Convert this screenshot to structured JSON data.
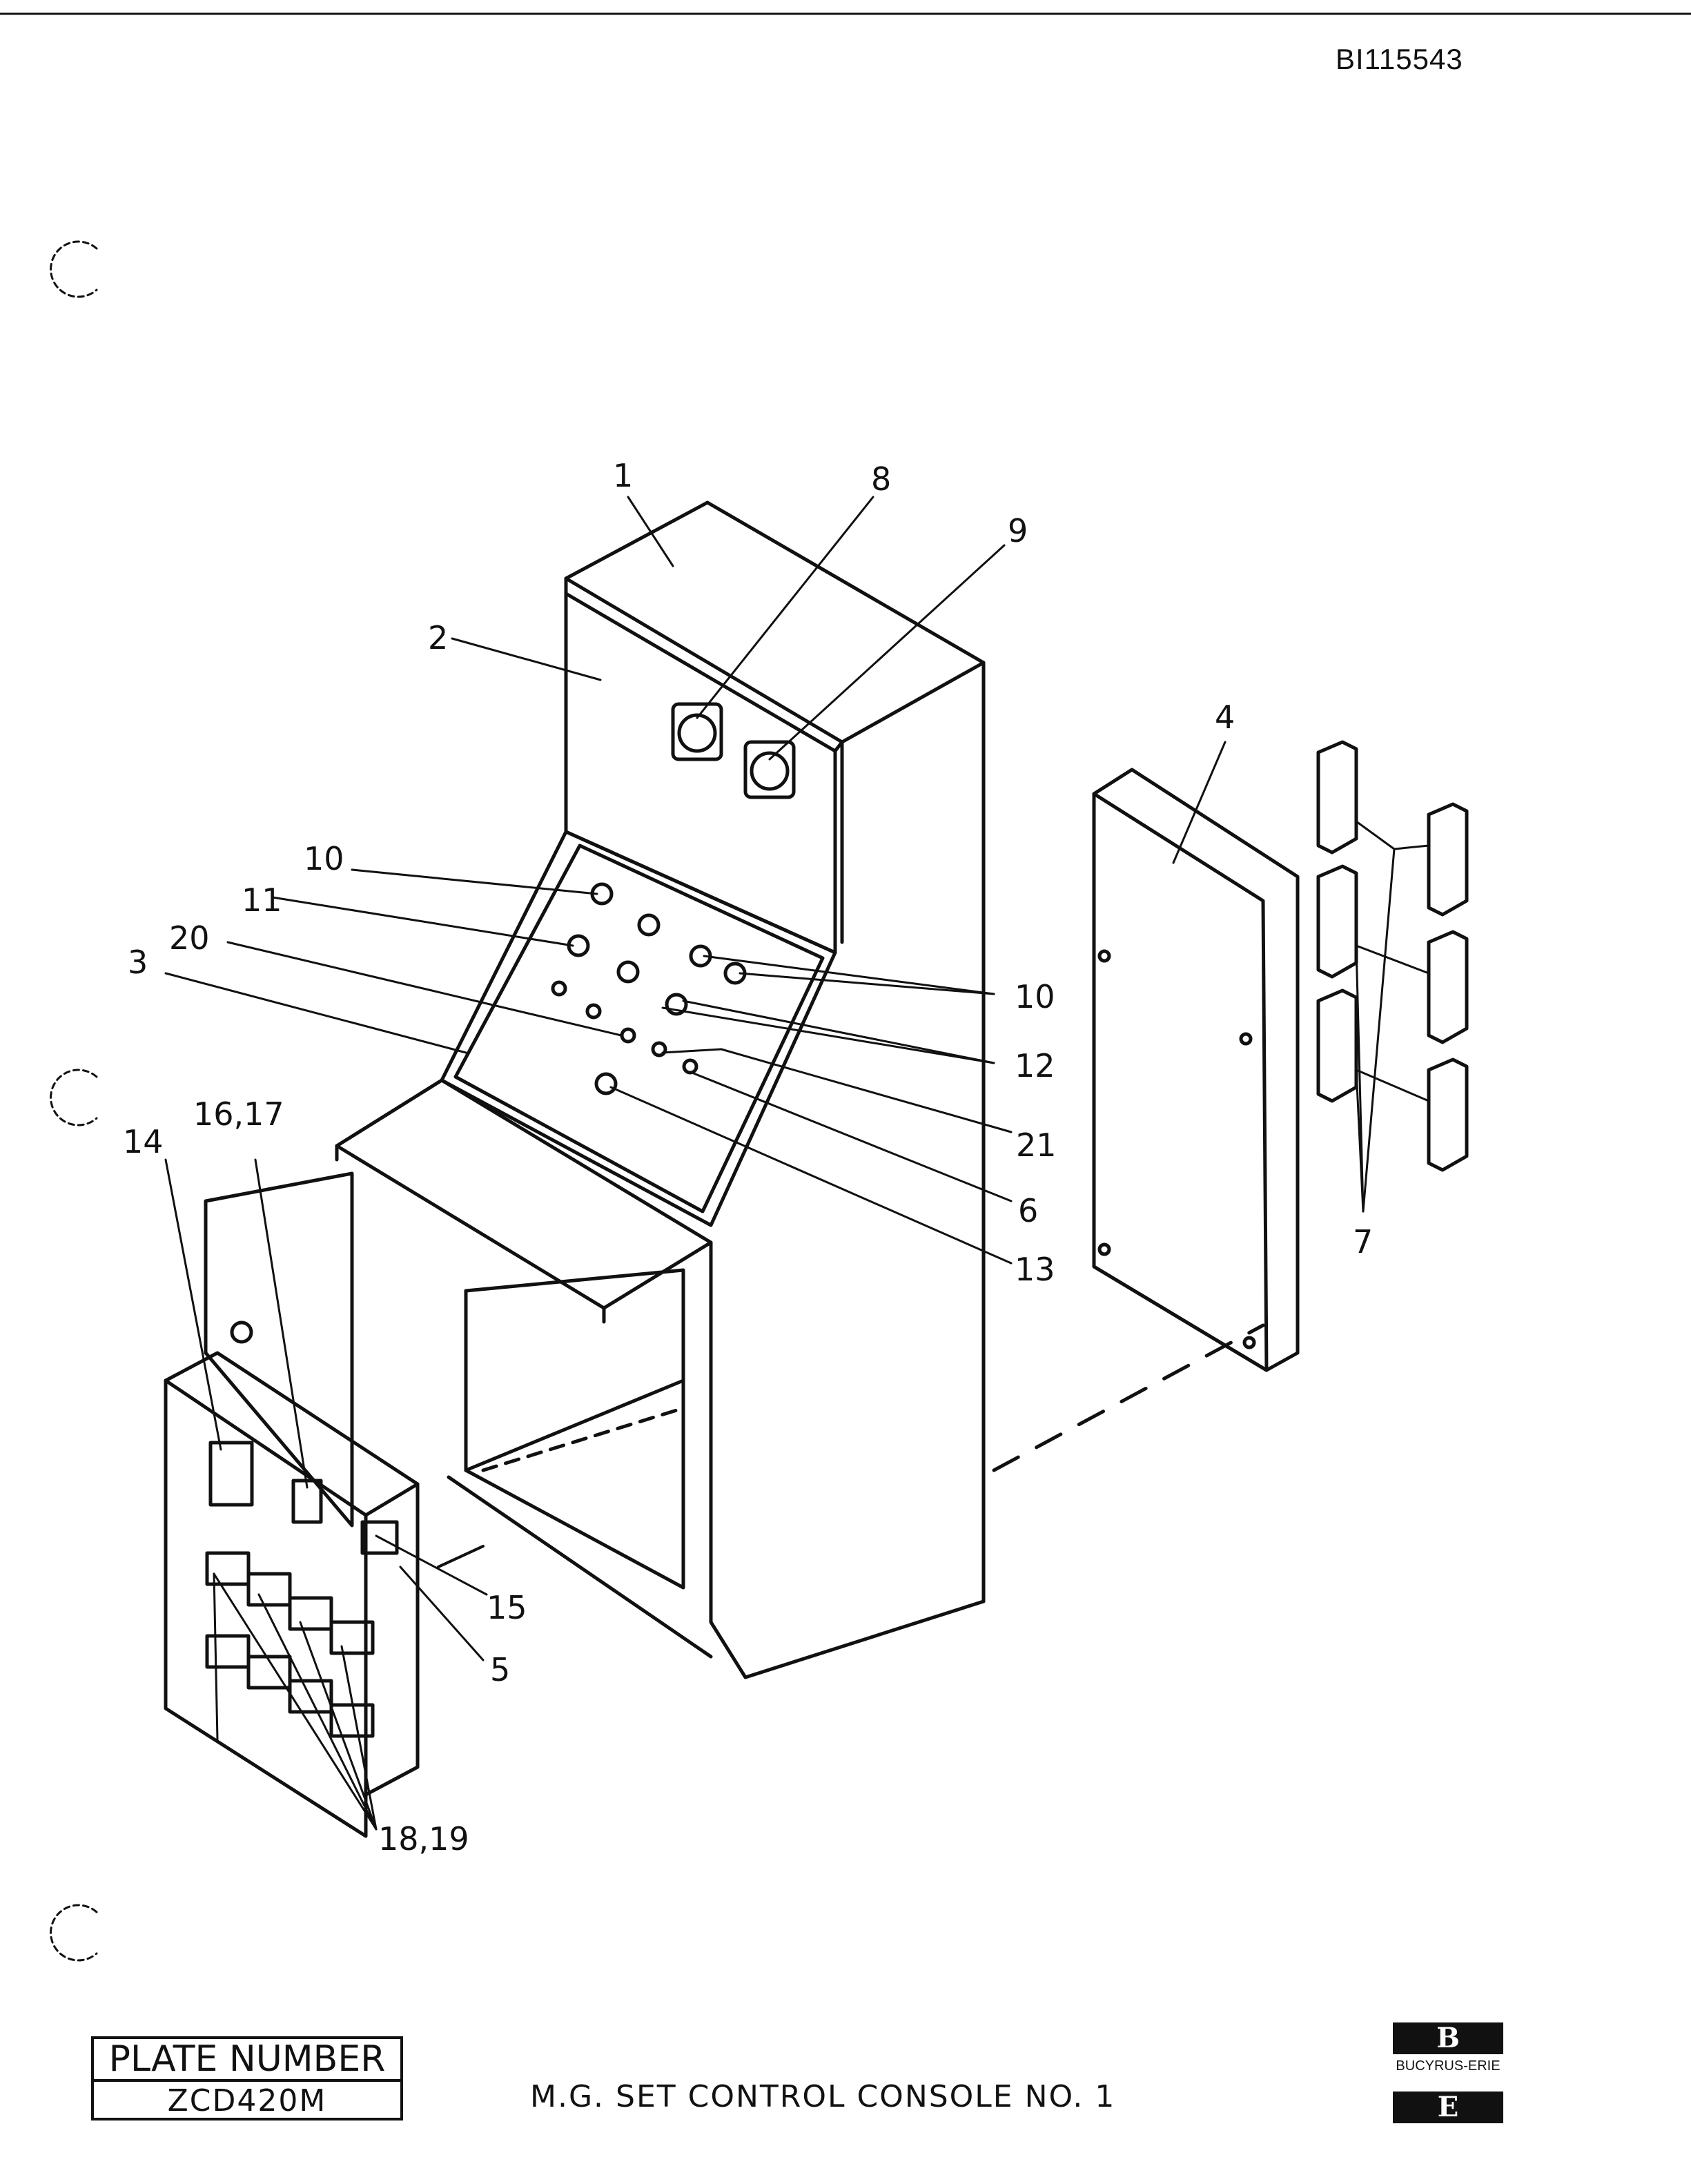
{
  "document_id": "BI115543",
  "plate": {
    "label": "PLATE NUMBER",
    "number": "ZCD420M"
  },
  "title": "M.G. SET CONTROL CONSOLE NO. 1",
  "logo": {
    "top_letter": "B",
    "text": "BUCYRUS-ERIE",
    "bottom_letter": "E"
  },
  "callouts": [
    "1",
    "2",
    "3",
    "4",
    "5",
    "6",
    "7",
    "8",
    "9",
    "10",
    "10",
    "11",
    "12",
    "13",
    "14",
    "15",
    "16,17",
    "18,19",
    "20",
    "21"
  ]
}
